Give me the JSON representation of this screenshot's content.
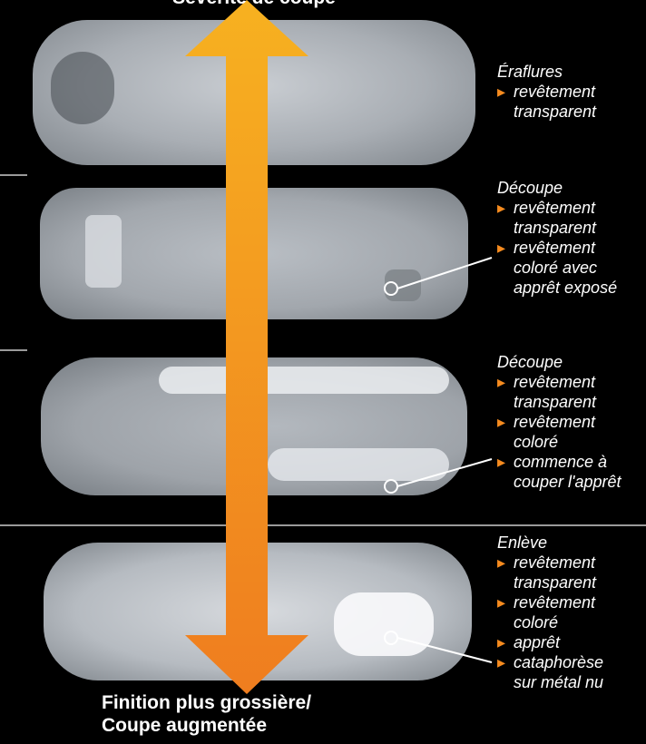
{
  "top_title": "Sévérité de coupe",
  "bottom_title": [
    "Finition plus grossière/",
    "Coupe augmentée"
  ],
  "arrow_colors": {
    "top": "#f7b120",
    "bottom": "#ef7d1f"
  },
  "rows": [
    {
      "heading": "Éraflures",
      "bullets": [
        [
          "revêtement",
          "transparent"
        ]
      ]
    },
    {
      "heading": "Découpe",
      "bullets": [
        [
          "revêtement",
          "transparent"
        ],
        [
          "revêtement",
          "coloré avec",
          "apprêt exposé"
        ]
      ]
    },
    {
      "heading": "Découpe",
      "bullets": [
        [
          "revêtement",
          "transparent"
        ],
        [
          "revêtement",
          "coloré"
        ],
        [
          "commence à",
          "couper l'apprêt"
        ]
      ]
    },
    {
      "heading": "Enlève",
      "bullets": [
        [
          "revêtement",
          "transparent"
        ],
        [
          "revêtement",
          "coloré"
        ],
        [
          "apprêt"
        ],
        [
          "cataphorèse",
          "sur métal nu"
        ]
      ]
    }
  ]
}
